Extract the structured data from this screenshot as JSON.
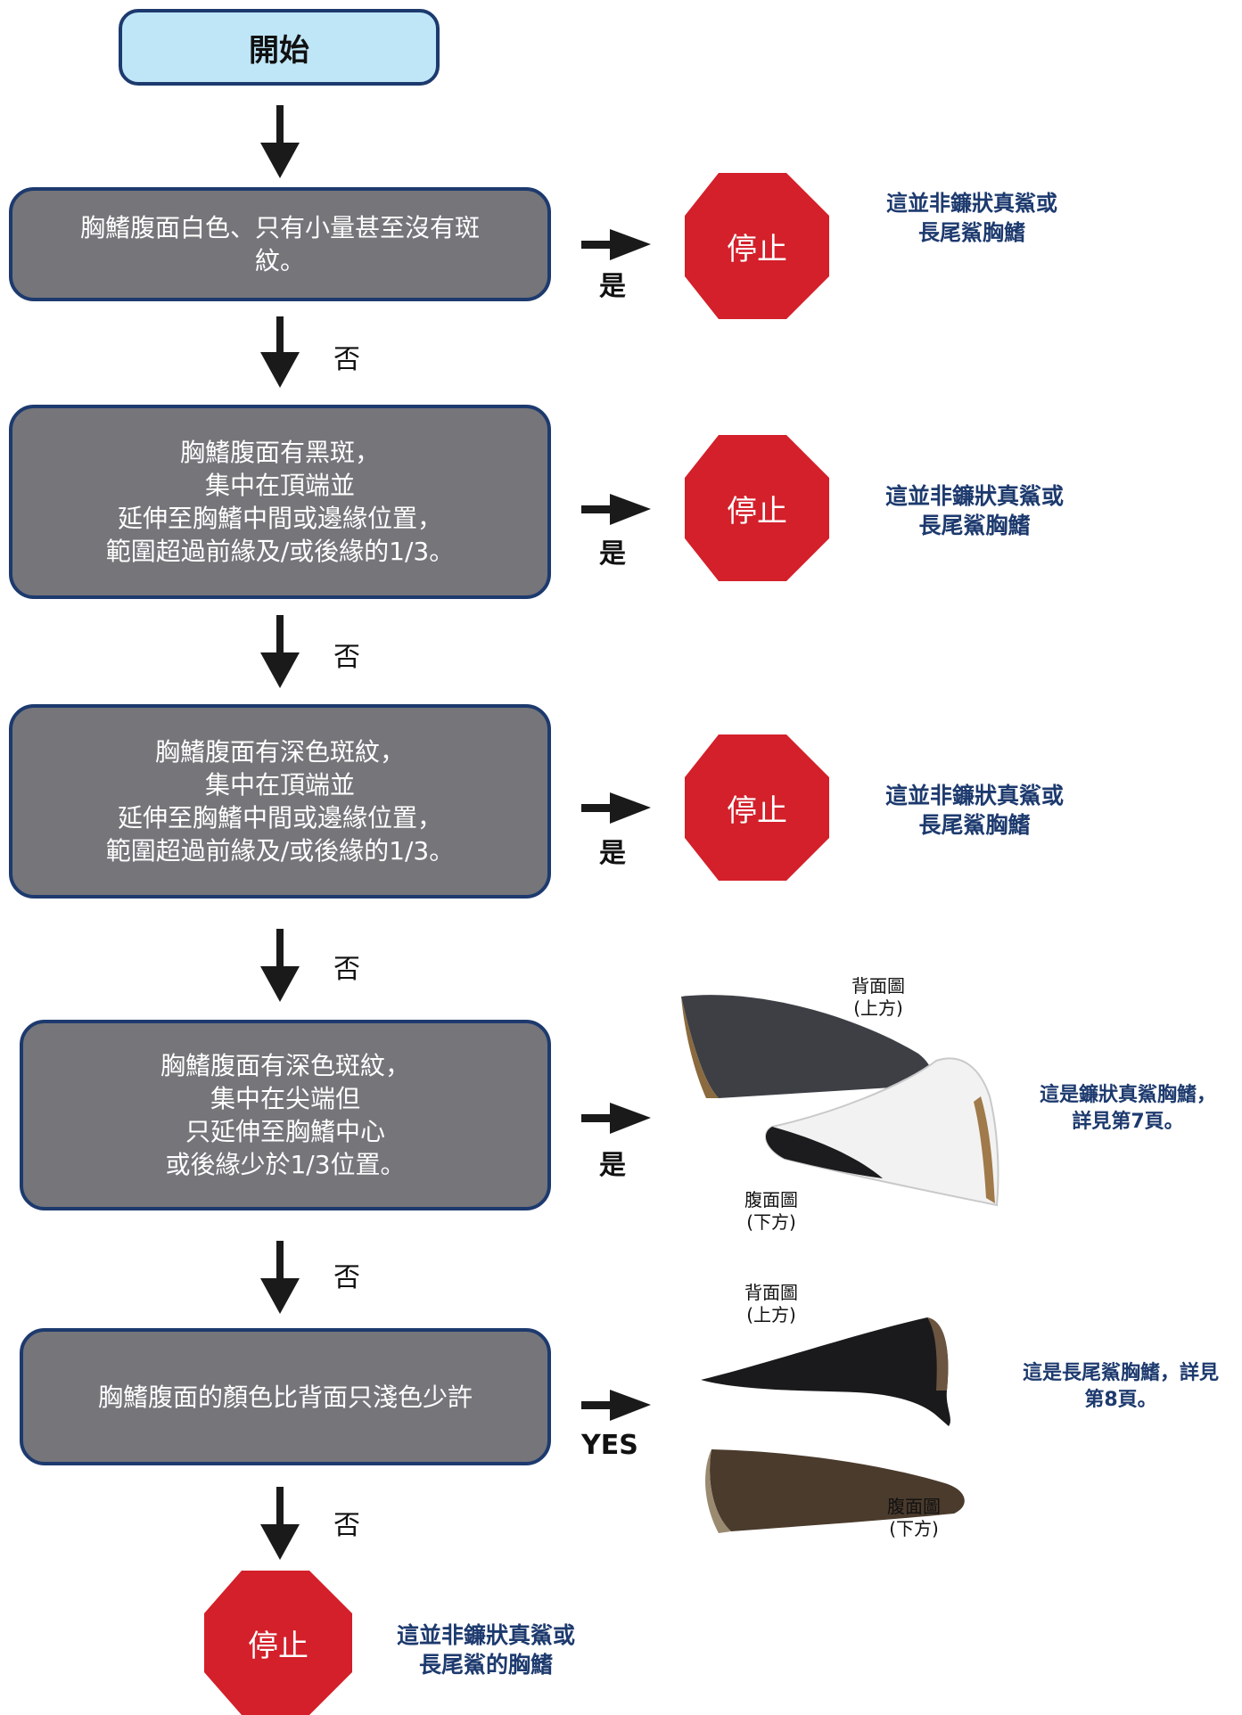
{
  "colors": {
    "start_fill": "#bfe6f7",
    "box_fill": "#75757a",
    "border": "#1d3a6e",
    "stop_fill": "#d3202a",
    "note_text": "#1d3a6e"
  },
  "start": {
    "label": "開始"
  },
  "questions": [
    {
      "lines": [
        "胸鰭腹面白色、只有小量甚至沒有斑",
        "紋。"
      ],
      "yes_label": "是",
      "no_label": "否"
    },
    {
      "lines": [
        "胸鰭腹面有黑斑，",
        "集中在頂端並",
        "延伸至胸鰭中間或邊緣位置，",
        "範圍超過前緣及/或後緣的1/3。"
      ],
      "yes_label": "是",
      "no_label": "否"
    },
    {
      "lines": [
        "胸鰭腹面有深色斑紋，",
        "集中在頂端並",
        "延伸至胸鰭中間或邊緣位置，",
        "範圍超過前緣及/或後緣的1/3。"
      ],
      "yes_label": "是",
      "no_label": "否"
    },
    {
      "lines": [
        "胸鰭腹面有深色斑紋，",
        "集中在尖端但",
        "只延伸至胸鰭中心",
        "或後緣少於1/3位置。"
      ],
      "yes_label": "是",
      "no_label": "否"
    },
    {
      "lines": [
        "胸鰭腹面的顏色比背面只淺色少許"
      ],
      "yes_label": "YES",
      "no_label": "否"
    }
  ],
  "outcomes": [
    {
      "stop_label": "停止",
      "note_lines": [
        "這並非鐮狀真鯊或",
        "長尾鯊胸鰭"
      ]
    },
    {
      "stop_label": "停止",
      "note_lines": [
        "這並非鐮狀真鯊或",
        "長尾鯊胸鰭"
      ]
    },
    {
      "stop_label": "停止",
      "note_lines": [
        "這並非鐮狀真鯊或",
        "長尾鯊胸鰭"
      ]
    },
    {
      "dorsal_caption": [
        "背面圖",
        "(上方)"
      ],
      "ventral_caption": [
        "腹面圖",
        "(下方)"
      ],
      "note_lines": [
        "這是鐮狀真鯊胸鰭，",
        "詳見第7頁。"
      ]
    },
    {
      "dorsal_caption": [
        "背面圖",
        "(上方)"
      ],
      "ventral_caption": [
        "腹面圖",
        "(下方)"
      ],
      "note_lines": [
        "這是長尾鯊胸鰭，詳見",
        "第8頁。"
      ]
    }
  ],
  "final": {
    "stop_label": "停止",
    "note_lines": [
      "這並非鐮狀真鯊或",
      "長尾鯊的胸鰭"
    ]
  }
}
